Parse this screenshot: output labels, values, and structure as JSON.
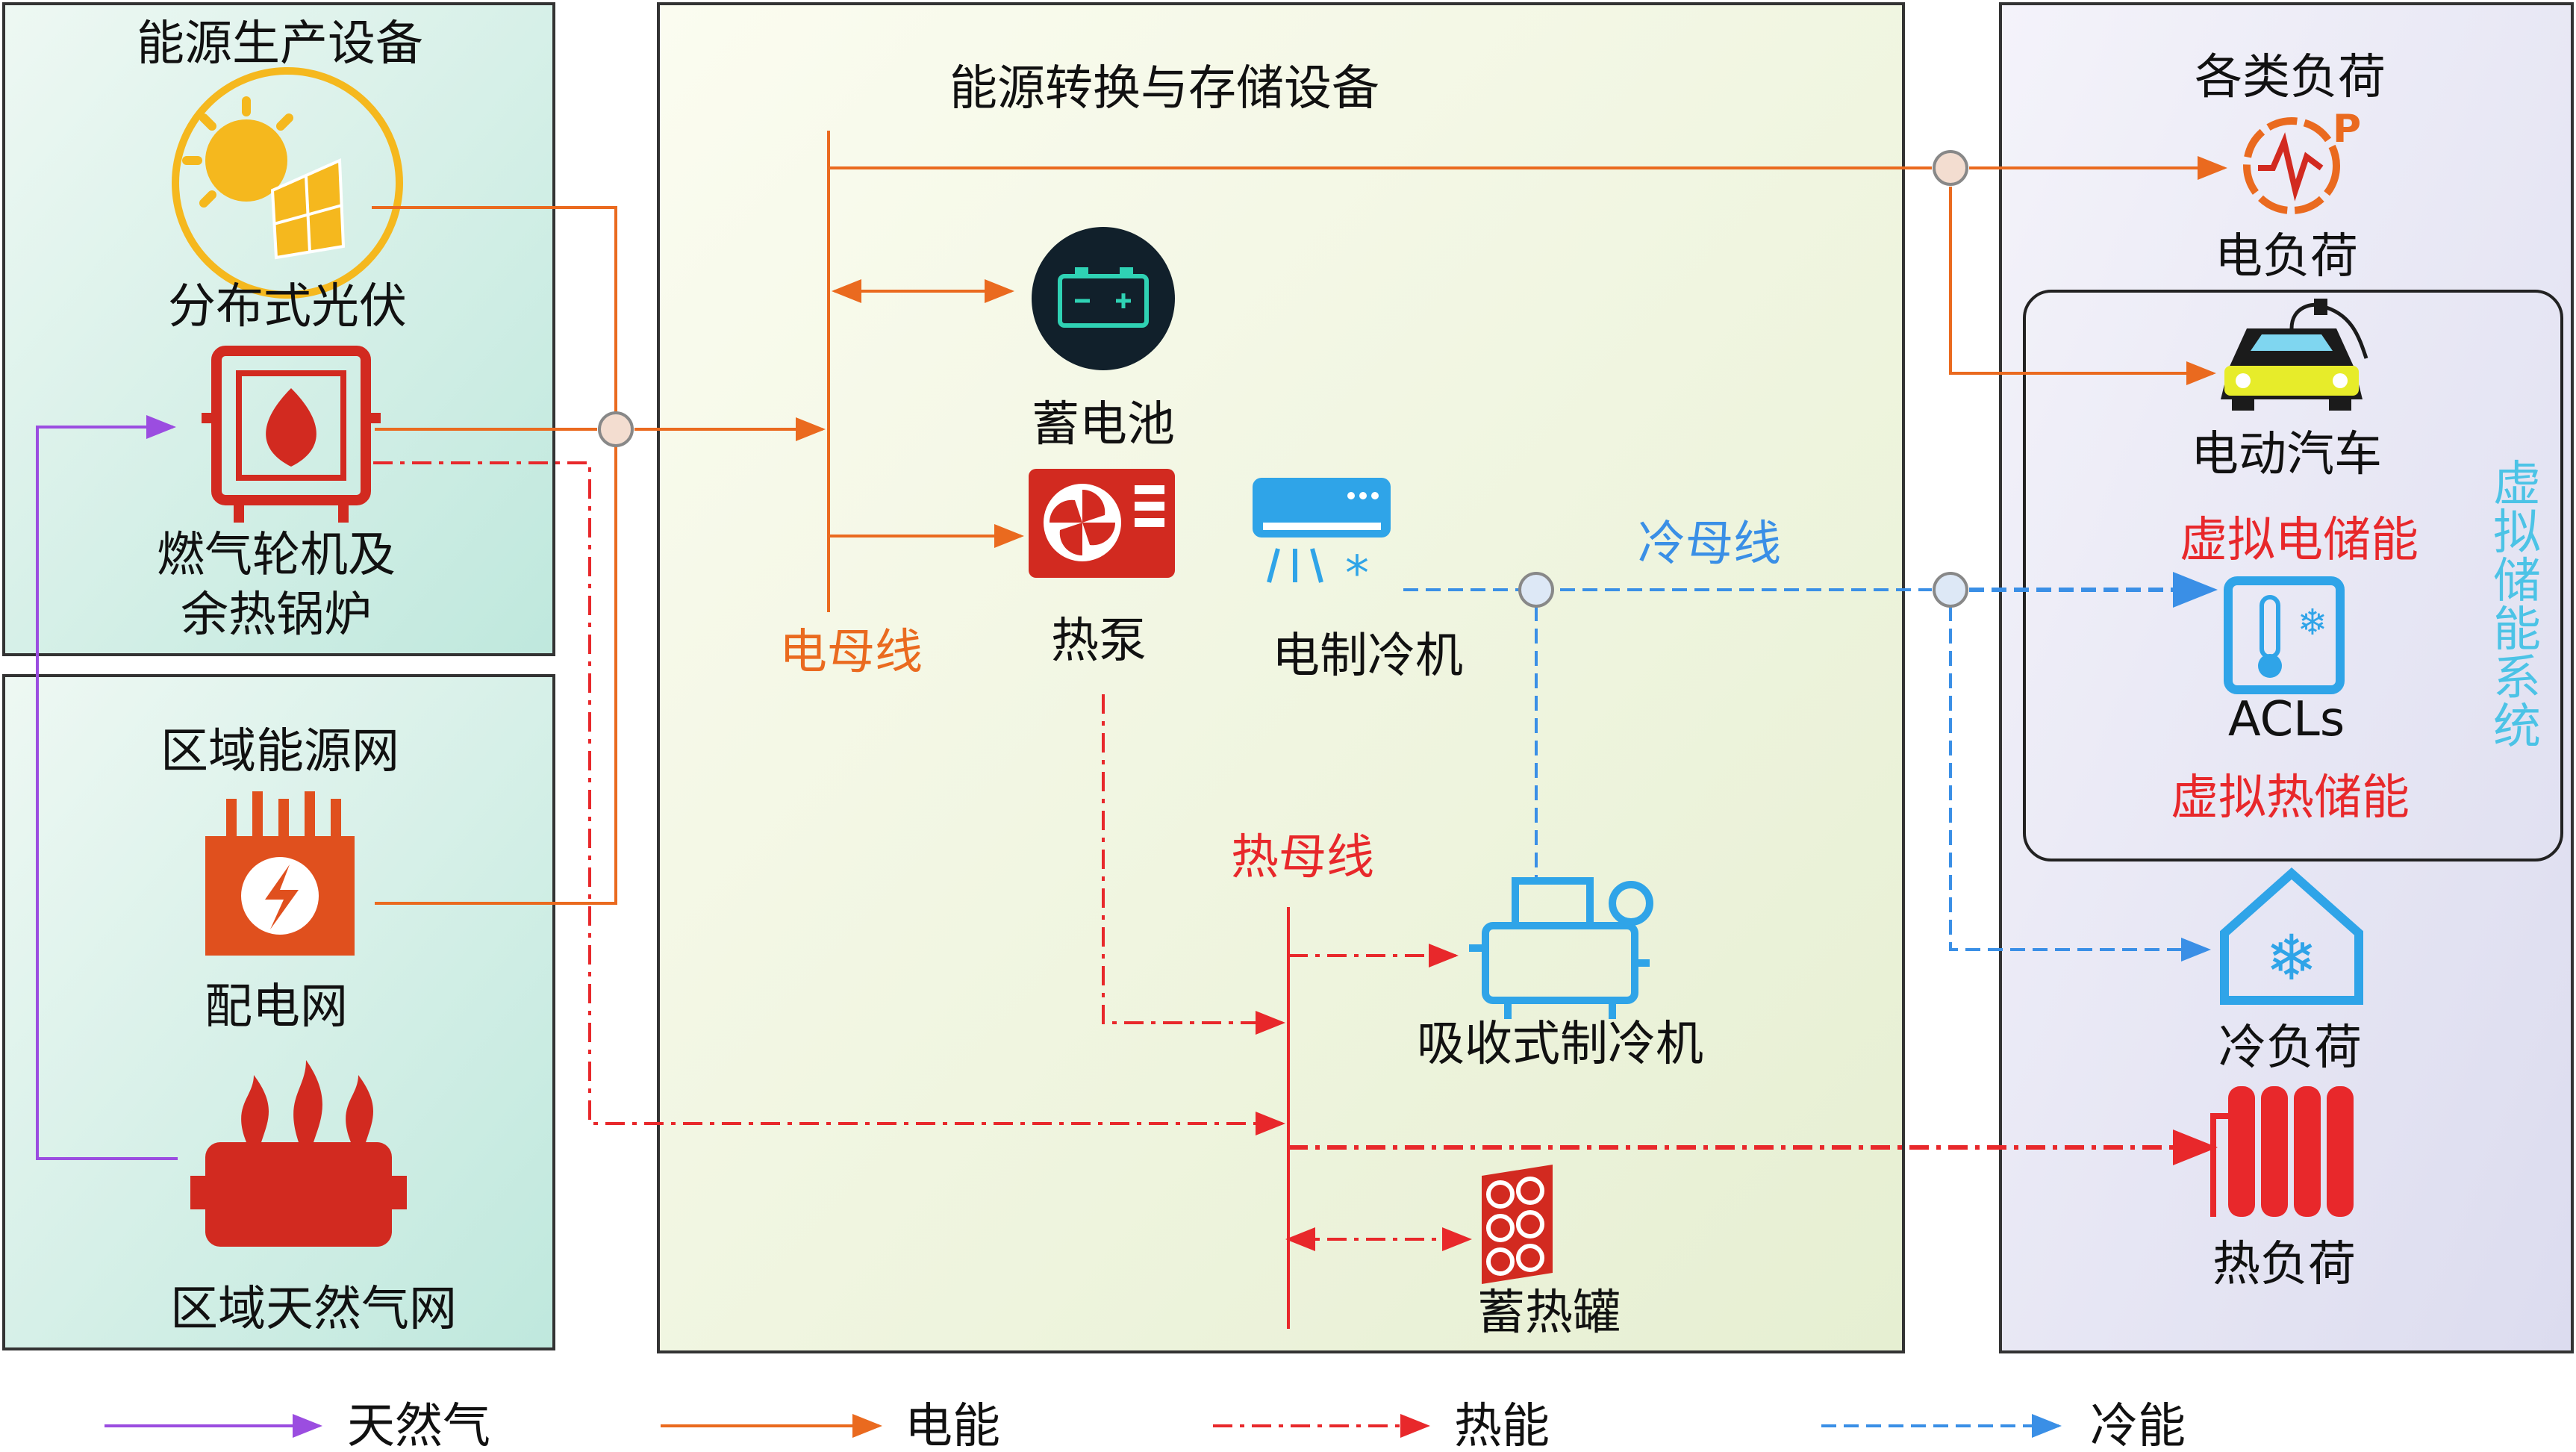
{
  "panels": {
    "production_title": "能源生产设备",
    "grid_title": "区域能源网",
    "conversion_title": "能源转换与存储设备",
    "loads_title": "各类负荷"
  },
  "devices": {
    "pv": "分布式光伏",
    "turbine_line1": "燃气轮机及",
    "turbine_line2": "余热锅炉",
    "distribution": "配电网",
    "gas_network": "区域天然气网",
    "battery": "蓄电池",
    "heat_pump": "热泵",
    "chiller": "电制冷机",
    "absorption_chiller": "吸收式制冷机",
    "heat_tank": "蓄热罐",
    "electric_load": "电负荷",
    "ev": "电动汽车",
    "acls": "ACLs",
    "cold_load": "冷负荷",
    "heat_load": "热负荷"
  },
  "buses": {
    "electric": "电母线",
    "heat": "热母线",
    "cold": "冷母线"
  },
  "virtual": {
    "electric_storage": "虚拟电储能",
    "heat_storage": "虚拟热储能",
    "system_vertical": [
      "虚",
      "拟",
      "储",
      "能",
      "系",
      "统"
    ]
  },
  "legend": {
    "gas": "天然气",
    "electric": "电能",
    "heat": "热能",
    "cold": "冷能"
  },
  "colors": {
    "gas": "#9b4de0",
    "electric": "#ea6a1f",
    "heat": "#e8282b",
    "cold": "#3a8fe6",
    "pv_icon": "#f5b81e",
    "cyan_text": "#4cc3e6"
  }
}
